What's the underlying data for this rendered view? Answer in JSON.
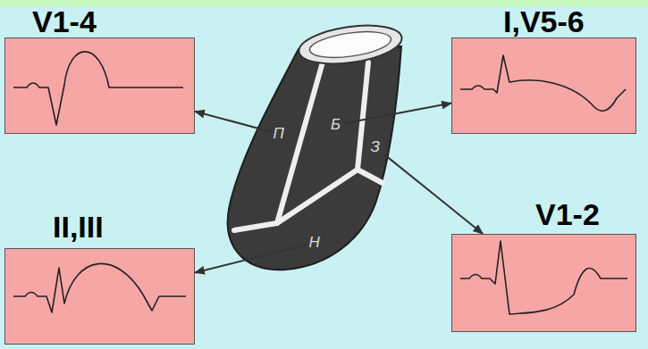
{
  "diagram": {
    "nodes": [
      {
        "text": [
          "V1-4"
        ]
      },
      {
        "text": [
          "I,V5-6"
        ]
      },
      {
        "text": [
          "П"
        ]
      },
      {
        "text": [
          "Б"
        ]
      },
      {
        "text": [
          "З"
        ]
      },
      {
        "text": [
          "Н"
        ]
      },
      {
        "text": [
          "V1-2"
        ]
      },
      {
        "text": [
          "II,III"
        ]
      }
    ],
    "edges": [
      {
        "from": 2,
        "to": 0,
        "arrow": "to"
      },
      {
        "from": 3,
        "to": 1,
        "arrow": "to"
      },
      {
        "from": 4,
        "to": 6,
        "arrow": "to"
      },
      {
        "from": 5,
        "to": 7,
        "arrow": "to"
      }
    ]
  }
}
